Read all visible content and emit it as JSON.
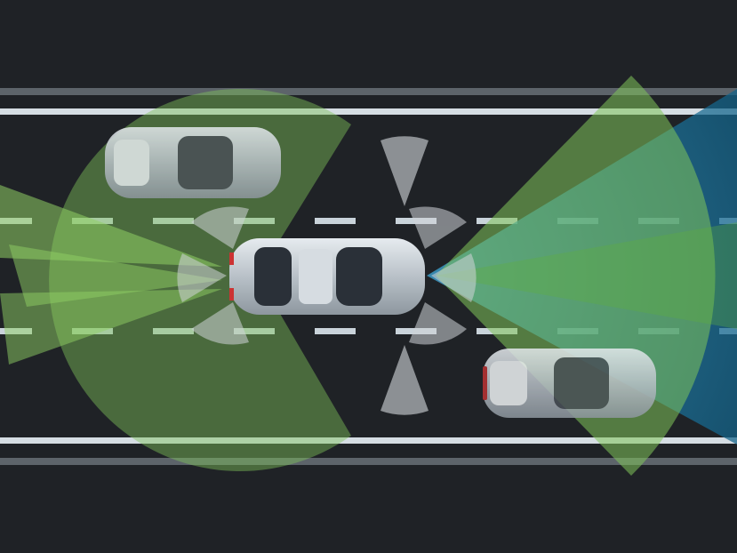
{
  "colors": {
    "background": "#1f2226",
    "lane_line": "#c9d3da",
    "edge_line_outer": "#5d646a",
    "sensor_green": "#7fc45a",
    "sensor_blue": "#1f7fa8",
    "sensor_gray": "#c8ccd0",
    "car_body": "#c9cfd6",
    "car_glass": "#2a3038"
  },
  "scene": {
    "vehicles": [
      "ego-car",
      "car-rear-left",
      "car-front-right"
    ],
    "sensors": [
      "rear-radar-wide",
      "front-radar-long-range",
      "front-camera",
      "rear-side-beams",
      "side-ultrasonic"
    ]
  }
}
